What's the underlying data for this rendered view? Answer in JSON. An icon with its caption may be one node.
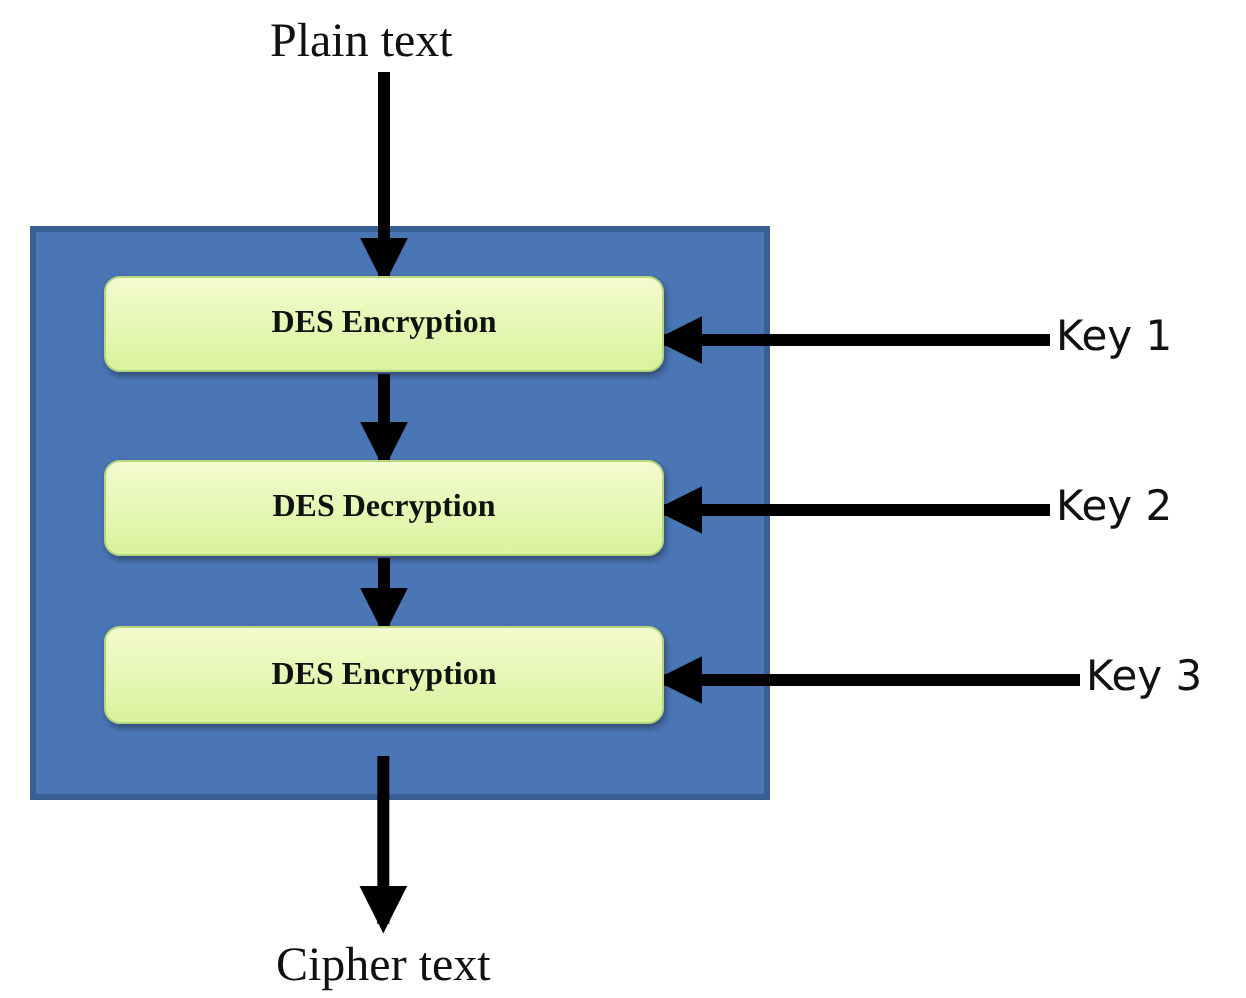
{
  "diagram": {
    "nodes": [
      {
        "text": [
          "Plain text"
        ]
      },
      {
        "text": [],
        "shape": "box"
      },
      {
        "text": [
          "DES Encryption"
        ],
        "in": 1
      },
      {
        "text": [
          "DES Decryption"
        ],
        "in": 1
      },
      {
        "text": [
          "DES Encryption"
        ],
        "in": 1
      },
      {
        "text": [
          "Key 1"
        ]
      },
      {
        "text": [
          "Key 2"
        ]
      },
      {
        "text": [
          "Key 3"
        ]
      },
      {
        "text": [
          "Cipher text"
        ]
      }
    ],
    "edges": [
      {
        "from": 0,
        "to": 2,
        "arrow": "to"
      },
      {
        "from": 2,
        "to": 3,
        "arrow": "to"
      },
      {
        "from": 3,
        "to": 4,
        "arrow": "to"
      },
      {
        "from": 4,
        "to": 8,
        "arrow": "to"
      },
      {
        "from": 5,
        "to": 2,
        "arrow": "to"
      },
      {
        "from": 6,
        "to": 3,
        "arrow": "to"
      },
      {
        "from": 7,
        "to": 4,
        "arrow": "to"
      }
    ]
  }
}
